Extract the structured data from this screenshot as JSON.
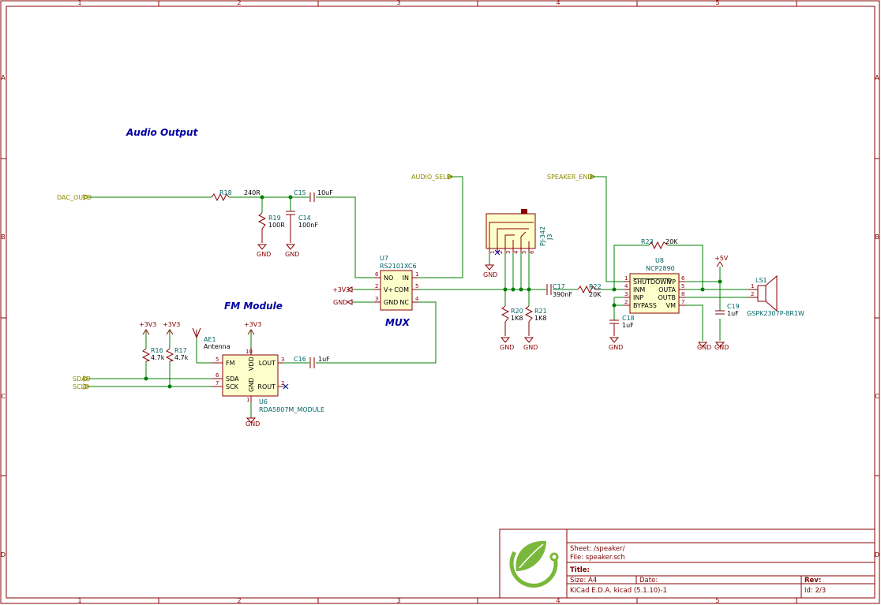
{
  "frame": {
    "columns": [
      "1",
      "2",
      "3",
      "4",
      "5"
    ],
    "rows": [
      "A",
      "B",
      "C",
      "D"
    ]
  },
  "notes": {
    "audio_output": "Audio Output",
    "fm_module": "FM Module",
    "mux": "MUX"
  },
  "labels": {
    "dac_outd": "DAC_OUTD",
    "audio_sel": "AUDIO_SELD",
    "speaker_en": "SPEAKER_END",
    "sdad": "SDAD",
    "scld": "SCLD"
  },
  "power": {
    "v33": "+3V3",
    "gnd": "GND",
    "v5": "+5V"
  },
  "components": {
    "r18": {
      "ref": "R18",
      "value": "240R"
    },
    "r19": {
      "ref": "R19",
      "value": "100R"
    },
    "c14": {
      "ref": "C14",
      "value": "100nF"
    },
    "c15": {
      "ref": "C15",
      "value": "10uF"
    },
    "u7": {
      "ref": "U7",
      "value": "RS2101XC6",
      "pins": {
        "no": "NO",
        "in": "IN",
        "vp": "V+",
        "com": "COM",
        "gnd": "GND",
        "nc": "NC"
      }
    },
    "j3": {
      "ref": "J3",
      "value": "PJ-342"
    },
    "c17": {
      "ref": "C17",
      "value": "390nF"
    },
    "r22": {
      "ref": "R22",
      "value": "20K"
    },
    "r20": {
      "ref": "R20",
      "value": "1K8"
    },
    "r21": {
      "ref": "R21",
      "value": "1K8"
    },
    "r23": {
      "ref": "R23",
      "value": "20K"
    },
    "u8": {
      "ref": "U8",
      "value": "NCP2890",
      "pins": {
        "shutdown": "SHUTDOWN",
        "inm": "INM",
        "inp": "INP",
        "bypass": "BYPASS",
        "vp": "VP",
        "outa": "OUTA",
        "outb": "OUTB",
        "vm": "VM"
      }
    },
    "c18": {
      "ref": "C18",
      "value": "1uF"
    },
    "c19": {
      "ref": "C19",
      "value": "1uF"
    },
    "ls1": {
      "ref": "LS1",
      "value": "GSPK2307P-8R1W"
    },
    "r16": {
      "ref": "R16",
      "value": "4.7k"
    },
    "r17": {
      "ref": "R17",
      "value": "4.7k"
    },
    "ae1": {
      "ref": "AE1",
      "value": "Antenna"
    },
    "u6": {
      "ref": "U6",
      "value": "RDA5807M_MODULE",
      "pins": {
        "fm": "FM",
        "sda": "SDA",
        "sck": "SCK",
        "vdd": "VDD",
        "gnd": "GND",
        "lout": "LOUT",
        "rout": "ROUT"
      }
    },
    "c16": {
      "ref": "C16",
      "value": "1uF"
    }
  },
  "title_block": {
    "sheet": "Sheet: /speaker/",
    "file": "File: speaker.sch",
    "title": "Title:",
    "size": "Size: A4",
    "date": "Date:",
    "rev": "Rev:",
    "tool": "KiCad E.D.A.  kicad (5.1.10)-1",
    "id": "Id: 2/3"
  },
  "colors": {
    "wire": "#008000",
    "component": "#8a0000",
    "reference": "#006464",
    "note": "#0000a0",
    "hierarchical_label": "#8a8a00"
  }
}
